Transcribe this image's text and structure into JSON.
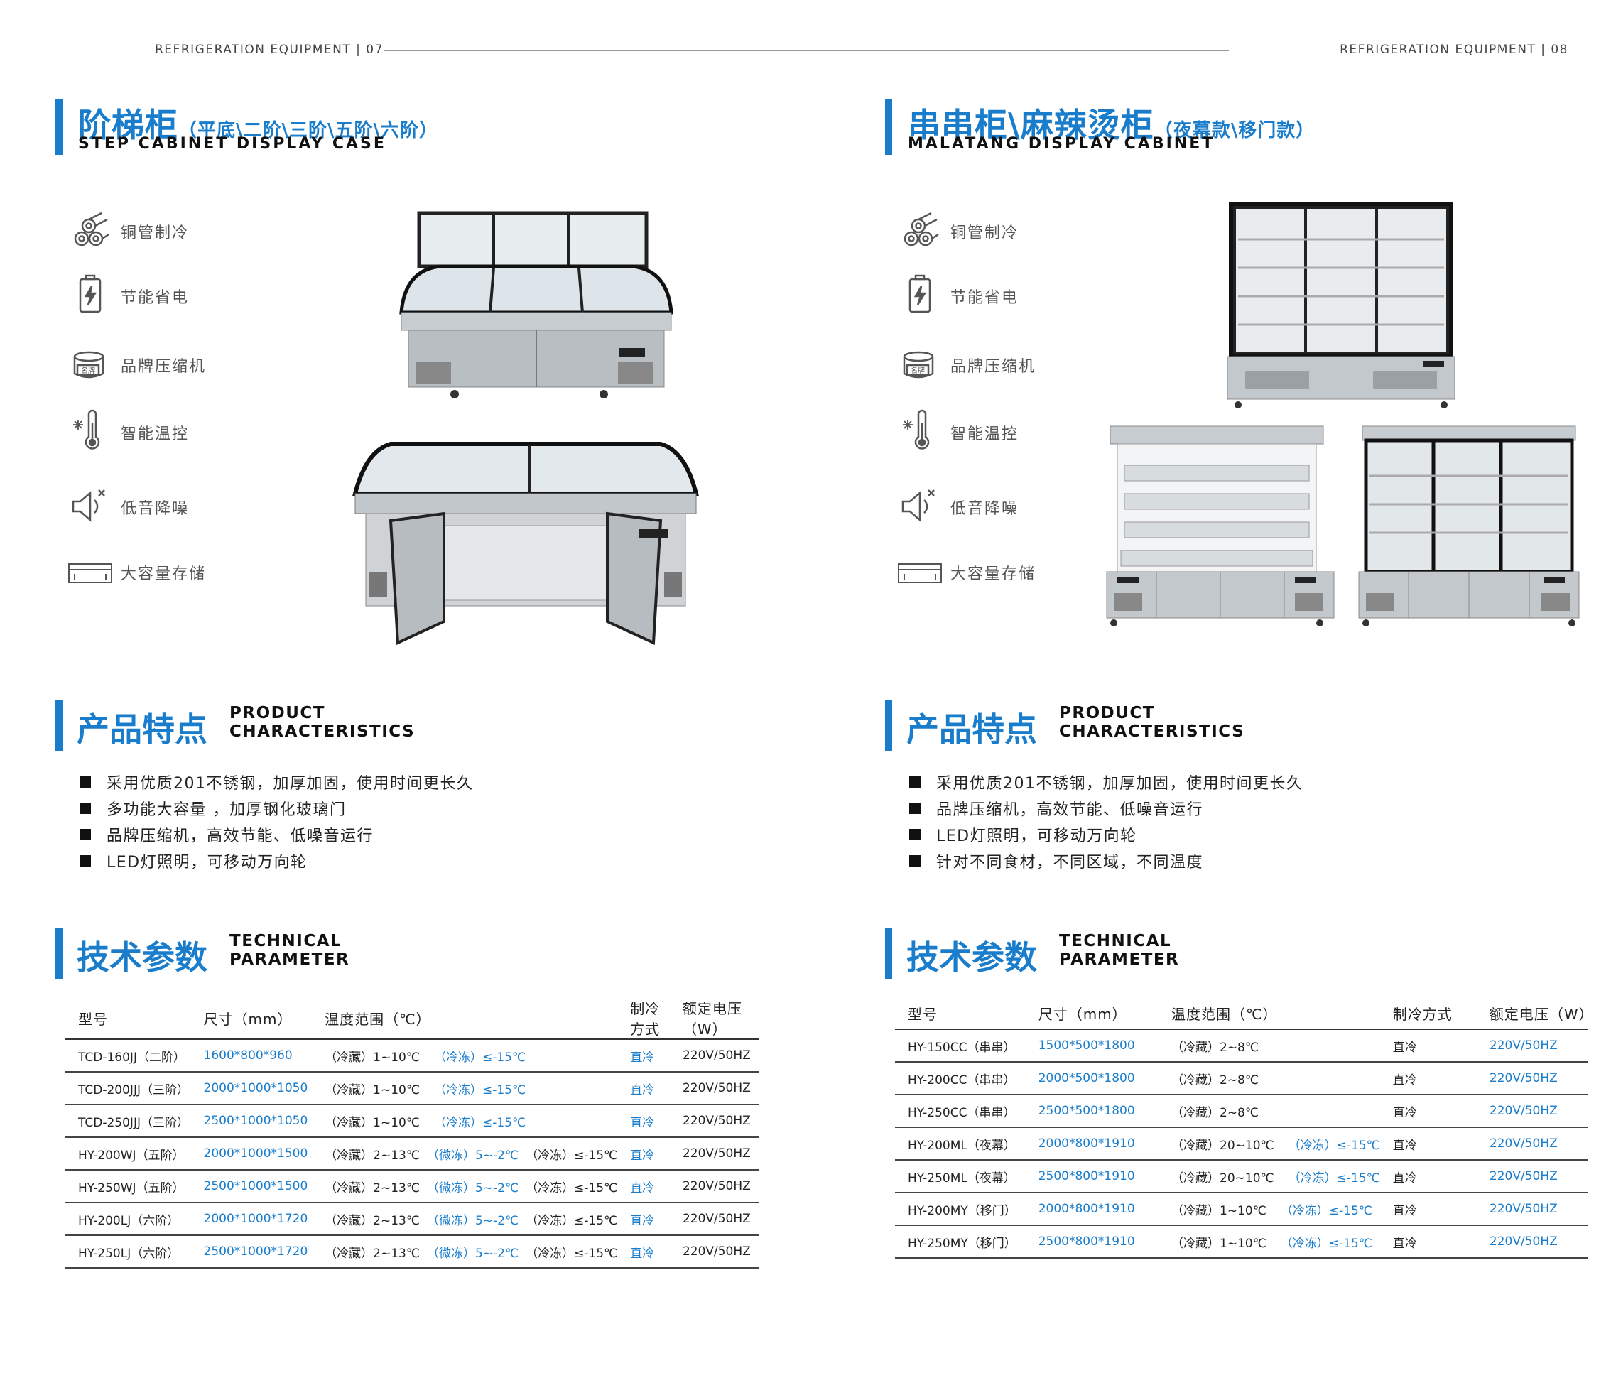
{
  "header": {
    "left": "REFRIGERATION EQUIPMENT   |  07",
    "right": "REFRIGERATION EQUIPMENT   |  08"
  },
  "left": {
    "title_cn": "阶梯柜",
    "title_cn_sub": "（平底\\二阶\\三阶\\五阶\\六阶）",
    "title_en": "STEP CABINET DISPLAY CASE",
    "features": [
      "铜管制冷",
      "节能省电",
      "品牌压缩机",
      "智能温控",
      "低音降噪",
      "大容量存储"
    ],
    "characteristics_cn": "产品特点",
    "characteristics_en_1": "PRODUCT",
    "characteristics_en_2": "CHARACTERISTICS",
    "bullets": [
      "采用优质201不锈钢，加厚加固，使用时间更长久",
      "多功能大容量 ，加厚钢化玻璃门",
      "品牌压缩机，高效节能、低噪音运行",
      "LED灯照明，可移动万向轮"
    ],
    "param_cn": "技术参数",
    "param_en_1": "TECHNICAL",
    "param_en_2": "PARAMETER",
    "table_headers": [
      "型号",
      "尺寸（mm）",
      "温度范围（℃）",
      "制冷方式",
      "额定电压（W）"
    ],
    "rows": [
      {
        "model": "TCD-160JJ（二阶）",
        "size": "1600*800*960",
        "t1": "（冷藏）1~10℃",
        "t2": "",
        "t3": "（冷冻）≤-15℃",
        "cool": "直冷",
        "volt": "220V/50HZ"
      },
      {
        "model": "TCD-200JJJ（三阶）",
        "size": "2000*1000*1050",
        "t1": "（冷藏）1~10℃",
        "t2": "",
        "t3": "（冷冻）≤-15℃",
        "cool": "直冷",
        "volt": "220V/50HZ"
      },
      {
        "model": "TCD-250JJJ（三阶）",
        "size": "2500*1000*1050",
        "t1": "（冷藏）1~10℃",
        "t2": "",
        "t3": "（冷冻）≤-15℃",
        "cool": "直冷",
        "volt": "220V/50HZ"
      },
      {
        "model": "HY-200WJ（五阶）",
        "size": "2000*1000*1500",
        "t1": "（冷藏）2~13℃",
        "t2": "（微冻）5~-2℃",
        "t3": "（冷冻）≤-15℃",
        "cool": "直冷",
        "volt": "220V/50HZ"
      },
      {
        "model": "HY-250WJ（五阶）",
        "size": "2500*1000*1500",
        "t1": "（冷藏）2~13℃",
        "t2": "（微冻）5~-2℃",
        "t3": "（冷冻）≤-15℃",
        "cool": "直冷",
        "volt": "220V/50HZ"
      },
      {
        "model": "HY-200LJ（六阶）",
        "size": "2000*1000*1720",
        "t1": "（冷藏）2~13℃",
        "t2": "（微冻）5~-2℃",
        "t3": "（冷冻）≤-15℃",
        "cool": "直冷",
        "volt": "220V/50HZ"
      },
      {
        "model": "HY-250LJ（六阶）",
        "size": "2500*1000*1720",
        "t1": "（冷藏）2~13℃",
        "t2": "（微冻）5~-2℃",
        "t3": "（冷冻）≤-15℃",
        "cool": "直冷",
        "volt": "220V/50HZ"
      }
    ]
  },
  "right": {
    "title_cn": "串串柜\\麻辣烫柜",
    "title_cn_sub": "（夜幕款\\移门款）",
    "title_en": "MALATANG DISPLAY CABINET",
    "features": [
      "铜管制冷",
      "节能省电",
      "品牌压缩机",
      "智能温控",
      "低音降噪",
      "大容量存储"
    ],
    "characteristics_cn": "产品特点",
    "characteristics_en_1": "PRODUCT",
    "characteristics_en_2": "CHARACTERISTICS",
    "bullets": [
      "采用优质201不锈钢，加厚加固，使用时间更长久",
      "品牌压缩机，高效节能、低噪音运行",
      "LED灯照明，可移动万向轮",
      "针对不同食材，不同区域，不同温度"
    ],
    "param_cn": "技术参数",
    "param_en_1": "TECHNICAL",
    "param_en_2": "PARAMETER",
    "table_headers": [
      "型号",
      "尺寸（mm）",
      "温度范围（℃）",
      "制冷方式",
      "额定电压（W）"
    ],
    "rows": [
      {
        "model": "HY-150CC（串串）",
        "size": "1500*500*1800",
        "t1": "（冷藏）2~8℃",
        "t3": "",
        "cool": "直冷",
        "volt": "220V/50HZ"
      },
      {
        "model": "HY-200CC（串串）",
        "size": "2000*500*1800",
        "t1": "（冷藏）2~8℃",
        "t3": "",
        "cool": "直冷",
        "volt": "220V/50HZ"
      },
      {
        "model": "HY-250CC（串串）",
        "size": "2500*500*1800",
        "t1": "（冷藏）2~8℃",
        "t3": "",
        "cool": "直冷",
        "volt": "220V/50HZ"
      },
      {
        "model": "HY-200ML（夜幕）",
        "size": "2000*800*1910",
        "t1": "（冷藏）20~10℃",
        "t3": "（冷冻）≤-15℃",
        "cool": "直冷",
        "volt": "220V/50HZ"
      },
      {
        "model": "HY-250ML（夜幕）",
        "size": "2500*800*1910",
        "t1": "（冷藏）20~10℃",
        "t3": "（冷冻）≤-15℃",
        "cool": "直冷",
        "volt": "220V/50HZ"
      },
      {
        "model": "HY-200MY（移门）",
        "size": "2000*800*1910",
        "t1": "（冷藏）1~10℃",
        "t3": "（冷冻）≤-15℃",
        "cool": "直冷",
        "volt": "220V/50HZ"
      },
      {
        "model": "HY-250MY（移门）",
        "size": "2500*800*1910",
        "t1": "（冷藏）1~10℃",
        "t3": "（冷冻）≤-15℃",
        "cool": "直冷",
        "volt": "220V/50HZ"
      }
    ]
  }
}
